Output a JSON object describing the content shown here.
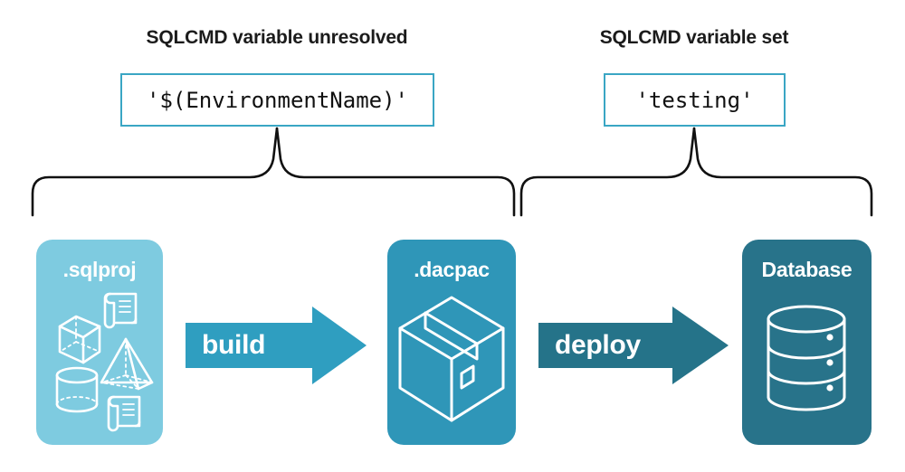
{
  "diagram": {
    "title_left": "SQLCMD variable unresolved",
    "title_right": "SQLCMD variable set",
    "code_left": "'$(EnvironmentName)'",
    "code_right": "'testing'"
  },
  "stages": [
    {
      "label": ".sqlproj",
      "color": "#7ecbe0",
      "icons": [
        "cube-icon",
        "pyramid-icon",
        "cylinder-icon",
        "script-icon",
        "script-icon"
      ]
    },
    {
      "label": ".dacpac",
      "color": "#2f96b8",
      "icons": [
        "package-box-icon"
      ]
    },
    {
      "label": "Database",
      "color": "#28738a",
      "icons": [
        "database-cylinder-icon"
      ]
    }
  ],
  "arrows": [
    {
      "label": "build",
      "color": "#2f9ec0"
    },
    {
      "label": "deploy",
      "color": "#257389"
    }
  ],
  "colors": {
    "code_border": "#3aa6c4",
    "brace": "#111111",
    "text": "#1b1b1b",
    "card_text": "#ffffff",
    "background": "#ffffff"
  },
  "icon_names": {
    "brace_left": "curly-brace-left-group",
    "brace_right": "curly-brace-right-group"
  }
}
